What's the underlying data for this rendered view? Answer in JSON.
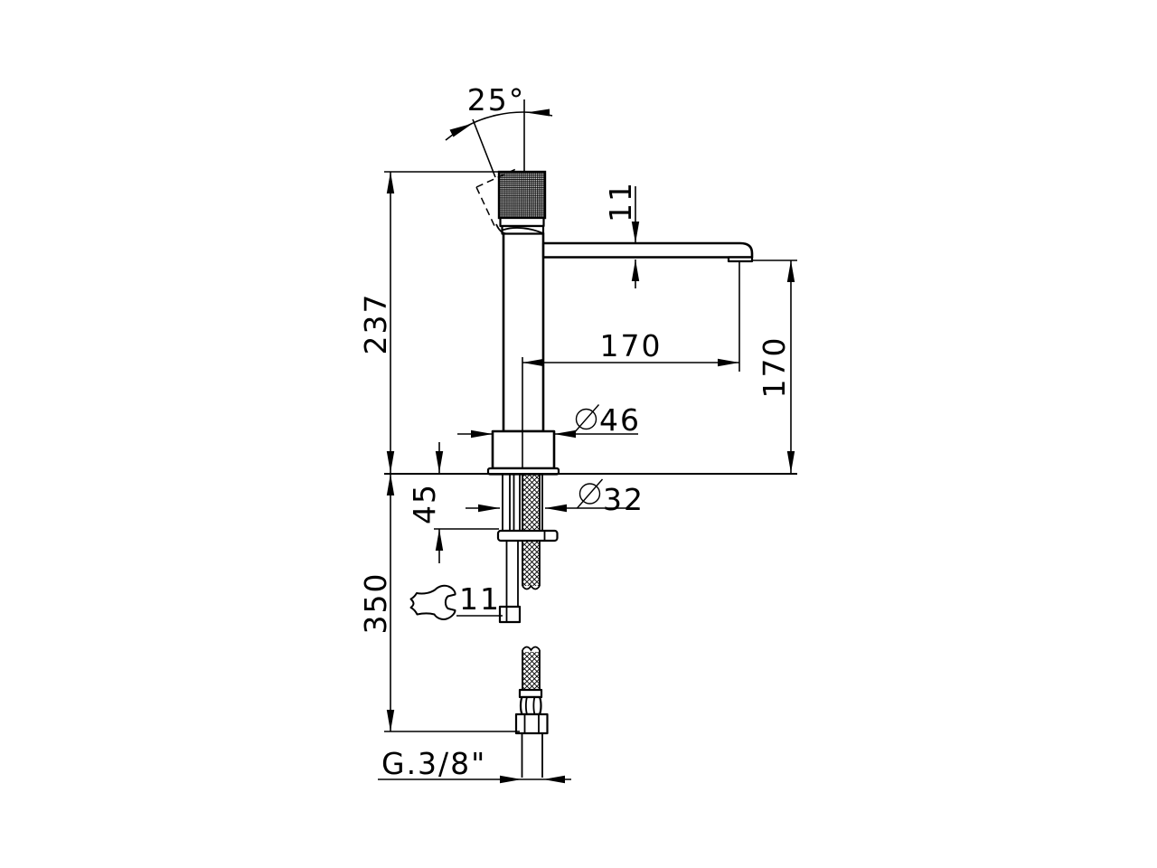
{
  "dimensions": {
    "handle_angle": "25°",
    "spout_thickness": "11",
    "height_above_deck": "237",
    "spout_reach": "170",
    "spout_height_above_deck": "170",
    "base_diameter": {
      "symbol": "⌀",
      "value": "46"
    },
    "shank_diameter": {
      "symbol": "⌀",
      "value": "32"
    },
    "max_deck_thickness": "45",
    "hose_length_below_deck": "350",
    "wrench_size": "11",
    "supply_connection": "G.3/8\""
  },
  "icons": {
    "wrench": "open-end-wrench-icon",
    "diameter_symbol": "diameter-sign-icon"
  },
  "style": {
    "line_color": "#000000",
    "background_color": "#ffffff"
  }
}
